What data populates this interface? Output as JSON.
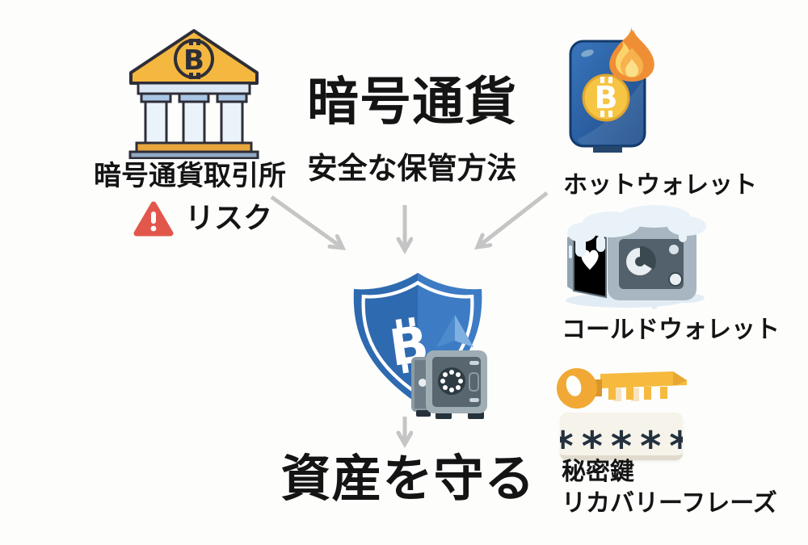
{
  "title": {
    "main": "暗号通貨",
    "subtitle": "安全な保管方法"
  },
  "exchange": {
    "label": "暗号通貨取引所",
    "risk_label": "リスク"
  },
  "hot_wallet": {
    "label": "ホットウォレット"
  },
  "cold_wallet": {
    "label": "コールドウォレット"
  },
  "keys": {
    "private_key_label": "秘密鍵",
    "recovery_label": "リカバリーフレーズ",
    "password_mask": "*****"
  },
  "goal": {
    "label": "資産を守る"
  },
  "icons": {
    "bitcoin_letter": "B",
    "bank": "bank-bitcoin-icon",
    "warning": "warning-triangle-icon",
    "phone_fire": "phone-bitcoin-fire-icon",
    "frozen_safe": "frozen-safe-icon",
    "shield": "shield-bitcoin-ethereum-icon",
    "safe": "safe-icon",
    "key": "gold-key-icon",
    "password": "password-asterisks-field"
  },
  "colors": {
    "background": "#fdfdfc",
    "text": "#141414",
    "arrow": "#c5c5c5",
    "warning_red": "#e2574c",
    "shield_blue_dark": "#2e6ab0",
    "shield_blue_light": "#3d7cc4",
    "bank_gold": "#f4b840",
    "coin_gold": "#f6c544",
    "key_gold": "#f1a835",
    "flame_orange": "#ef8f35",
    "safe_gray": "#9fadb5",
    "snow_blue": "#e9f2f8"
  }
}
